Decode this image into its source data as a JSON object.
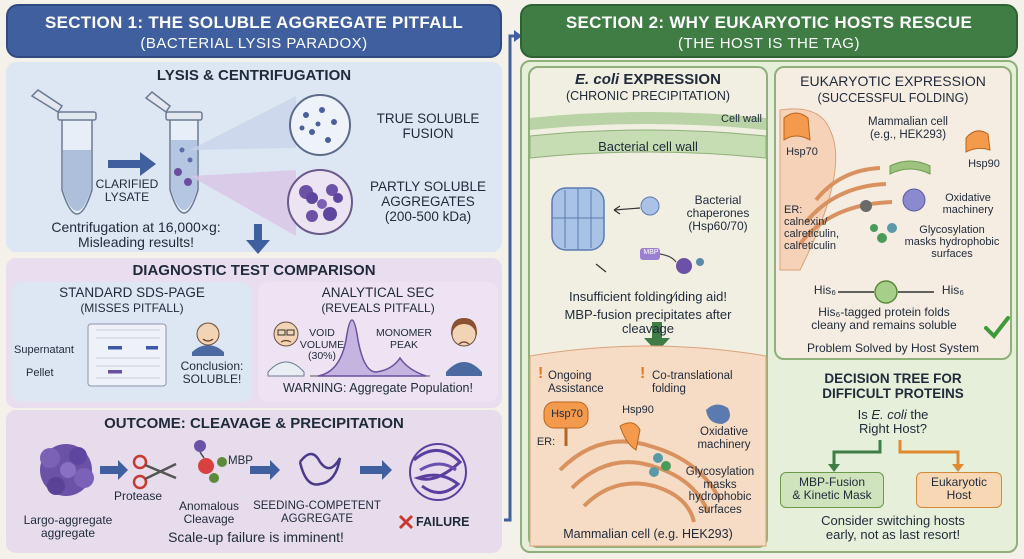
{
  "section1": {
    "title": "SECTION 1: THE SOLUBLE AGGREGATE PITFALL",
    "subtitle": "(BACTERIAL LYSIS PARADOX)",
    "lysis": {
      "title": "LYSIS & CENTRIFUGATION",
      "clarified": "CLARIFIED\nLYSATE",
      "true_soluble": "TRUE SOLUBLE\nFUSION",
      "partly_soluble": "PARTLY SOLUBLE\nAGGREGATES\n(200-500 kDa)",
      "centrifugation": "Centrifugation at 16,000×g:\nMisleading results!"
    },
    "diagnostic": {
      "title": "DIAGNOSTIC TEST COMPARISON",
      "sds_title": "STANDARD SDS-PAGE",
      "sds_sub": "(MISSES PITFALL)",
      "supernatant": "Supernatant",
      "pellet": "Pellet",
      "conclusion": "Conclusion:\nSOLUBLE!",
      "sec_title": "ANALYTICAL SEC",
      "sec_sub": "(REVEALS PITFALL)",
      "void_volume": "VOID\nVOLUME\n(30%)",
      "monomer_peak": "MONOMER\nPEAK",
      "warning": "WARNING: Aggregate Population!"
    },
    "outcome": {
      "title": "OUTCOME: CLEAVAGE & PRECIPITATION",
      "mbp": "MBP",
      "protease": "Protease",
      "largo": "Largo-aggregate\naggregate",
      "anomalous": "Anomalous\nCleavage",
      "seeding": "SEEDING-COMPETENT\nAGGREGATE",
      "failure": "FAILURE",
      "scaleup": "Scale-up failure is imminent!"
    }
  },
  "section2": {
    "title": "SECTION 2: WHY EUKARYOTIC HOSTS RESCUE",
    "subtitle": "(THE HOST IS THE TAG)",
    "ecoli": {
      "title_italic": "E. coli",
      "title_rest": " EXPRESSION",
      "subtitle": "(CHRONIC PRECIPITATION)",
      "cell_wall": "Cell wall",
      "bacterial_wall": "Bacterial cell wall",
      "chaperones": "Bacterial\nchaperones\n(Hsp60/70)",
      "mbp_tag": "MBP",
      "insufficient": "Insufficient folding∕iding aid!",
      "precipitates": "MBP-fusion precipitates after\ncleavage",
      "ongoing": "Ongoing\nAssistance",
      "cotranslational": "Co-translational\nfolding",
      "hsp70": "Hsp70",
      "hsp90": "Hsp90",
      "er": "ER:",
      "oxidative": "Oxidative\nmachinery",
      "glyco": "Glycosylation\nmasks\nhydrophobic\nsurfaces",
      "mammalian": "Mammalian cell (e.g. HEK293)"
    },
    "euk": {
      "title": "EUKARYOTIC EXPRESSION",
      "subtitle": "(SUCCESSFUL FOLDING)",
      "mammalian": "Mammalian cell\n(e.g., HEK293)",
      "hsp70": "Hsp70",
      "hsp90": "Hsp90",
      "er": "ER:\ncalnexin/\ncalreticulin,\ncalreticulin",
      "oxidative": "Oxidative\nmachinery",
      "glyco": "Glycosylation\nmasks hydrophobic\nsurfaces",
      "his_left": "His₆",
      "his_right": "His₆",
      "folds": "His₆-tagged protein folds\ncleany and remains soluble",
      "solved": "Problem Solved by Host System"
    },
    "decision": {
      "title": "DECISION TREE FOR\nDIFFICULT PROTEINS",
      "question_pre": "Is ",
      "question_italic": "E. coli",
      "question_post": " the\nRight Host?",
      "mbp_box": "MBP-Fusion\n& Kinetic Mask",
      "euk_box": "Eukaryotic\nHost",
      "consider": "Consider switching hosts\nearly, not as last resort!"
    }
  },
  "colors": {
    "blue_header": "#3f5f9e",
    "green_header": "#3f7d45",
    "panel_blue": "#dde7f3",
    "panel_lavender": "#e9ddf0",
    "panel_green": "#e6efd9",
    "failure_red": "#c83a2f",
    "check_green": "#3f9a3a"
  }
}
